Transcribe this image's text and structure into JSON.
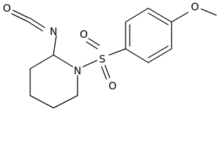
{
  "structure": {
    "atoms": {
      "isocyanate_oxygen": "O",
      "isocyanate_carbon": "C",
      "isocyanate_nitrogen": "N",
      "ring_nitrogen": "N",
      "sulfur": "S",
      "sulfonyl_oxygen_top": "O",
      "sulfonyl_oxygen_bottom": "O",
      "methoxy_oxygen": "O"
    }
  }
}
